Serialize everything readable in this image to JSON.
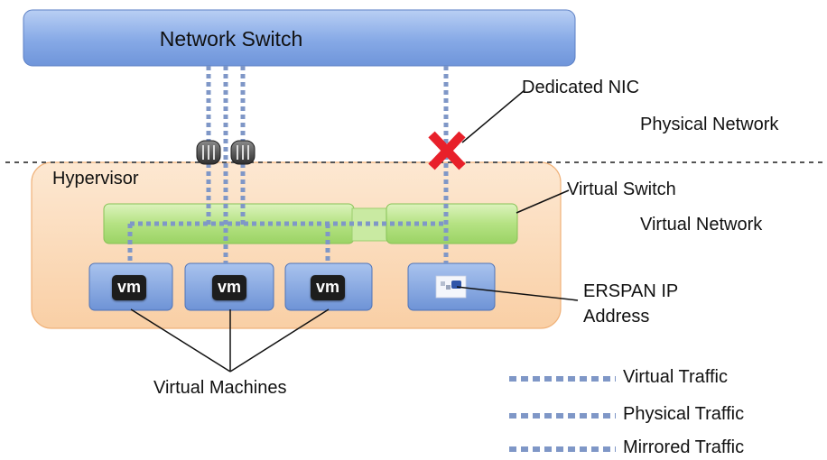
{
  "network_switch": {
    "label": "Network Switch"
  },
  "hypervisor": {
    "label": "Hypervisor"
  },
  "callouts": {
    "dedicated_nic": "Dedicated NIC",
    "physical_network": "Physical Network",
    "virtual_switch": "Virtual Switch",
    "virtual_network": "Virtual Network",
    "erspan_line1": "ERSPAN IP",
    "erspan_line2": "Address",
    "virtual_machines": "Virtual Machines"
  },
  "vms": [
    {
      "label": "vm"
    },
    {
      "label": "vm"
    },
    {
      "label": "vm"
    }
  ],
  "legend": [
    {
      "label": "Virtual Traffic"
    },
    {
      "label": "Physical Traffic"
    },
    {
      "label": "Mirrored Traffic"
    }
  ],
  "colors": {
    "switch_fill": "#7ea3e3",
    "hypervisor_fill": "#fbd9b6",
    "vswitch_fill": "#b2e07f",
    "traffic_dots": "#7f97c7",
    "blocked_marker": "#e8202a"
  },
  "icons": {
    "nic_connector": "nic-connector-icon",
    "blocked": "red-x-icon",
    "erspan_endpoint": "erspan-endpoint-icon"
  }
}
